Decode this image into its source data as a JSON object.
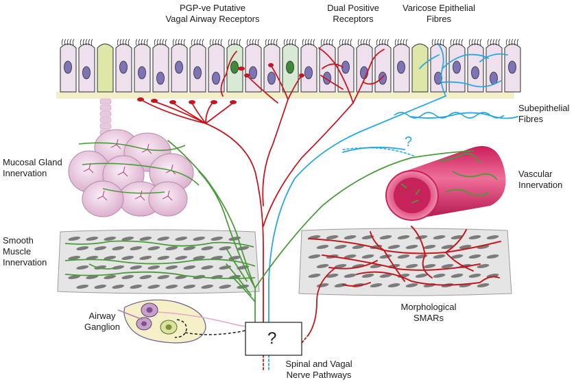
{
  "labels": {
    "pgp": [
      "PGP-ve Putative",
      "Vagal Airway Receptors"
    ],
    "dual": [
      "Dual Positive",
      "Receptors"
    ],
    "varicose": [
      "Varicose Epithelial",
      "Fibres"
    ],
    "subepithelial": [
      "Subepithelial",
      "Fibres"
    ],
    "mucosal": [
      "Mucosal Gland",
      "Innervation"
    ],
    "vascular": [
      "Vascular",
      "Innervation"
    ],
    "smooth": [
      "Smooth",
      "Muscle",
      "Innervation"
    ],
    "ganglion": [
      "Airway",
      "Ganglion"
    ],
    "smars": [
      "Morphological",
      "SMARs"
    ],
    "pathways": [
      "Spinal and Vagal",
      "Nerve Pathways"
    ]
  },
  "question_marks": {
    "box": "?",
    "vascular": "?"
  },
  "colors": {
    "vagal_red": "#c4161c",
    "sensory_blue": "#29a8df",
    "autonomic_green": "#4a9a3a",
    "epithelium_fill": "#efe0ee",
    "goblet_fill": "#dfe7a8",
    "nucleus_fill": "#7d74b5",
    "basement_membrane": "#f2efc8",
    "vessel_fill": "#e0507e",
    "muscle_fill": "#e5e5e5",
    "gland_fill": "#e9c7df"
  }
}
